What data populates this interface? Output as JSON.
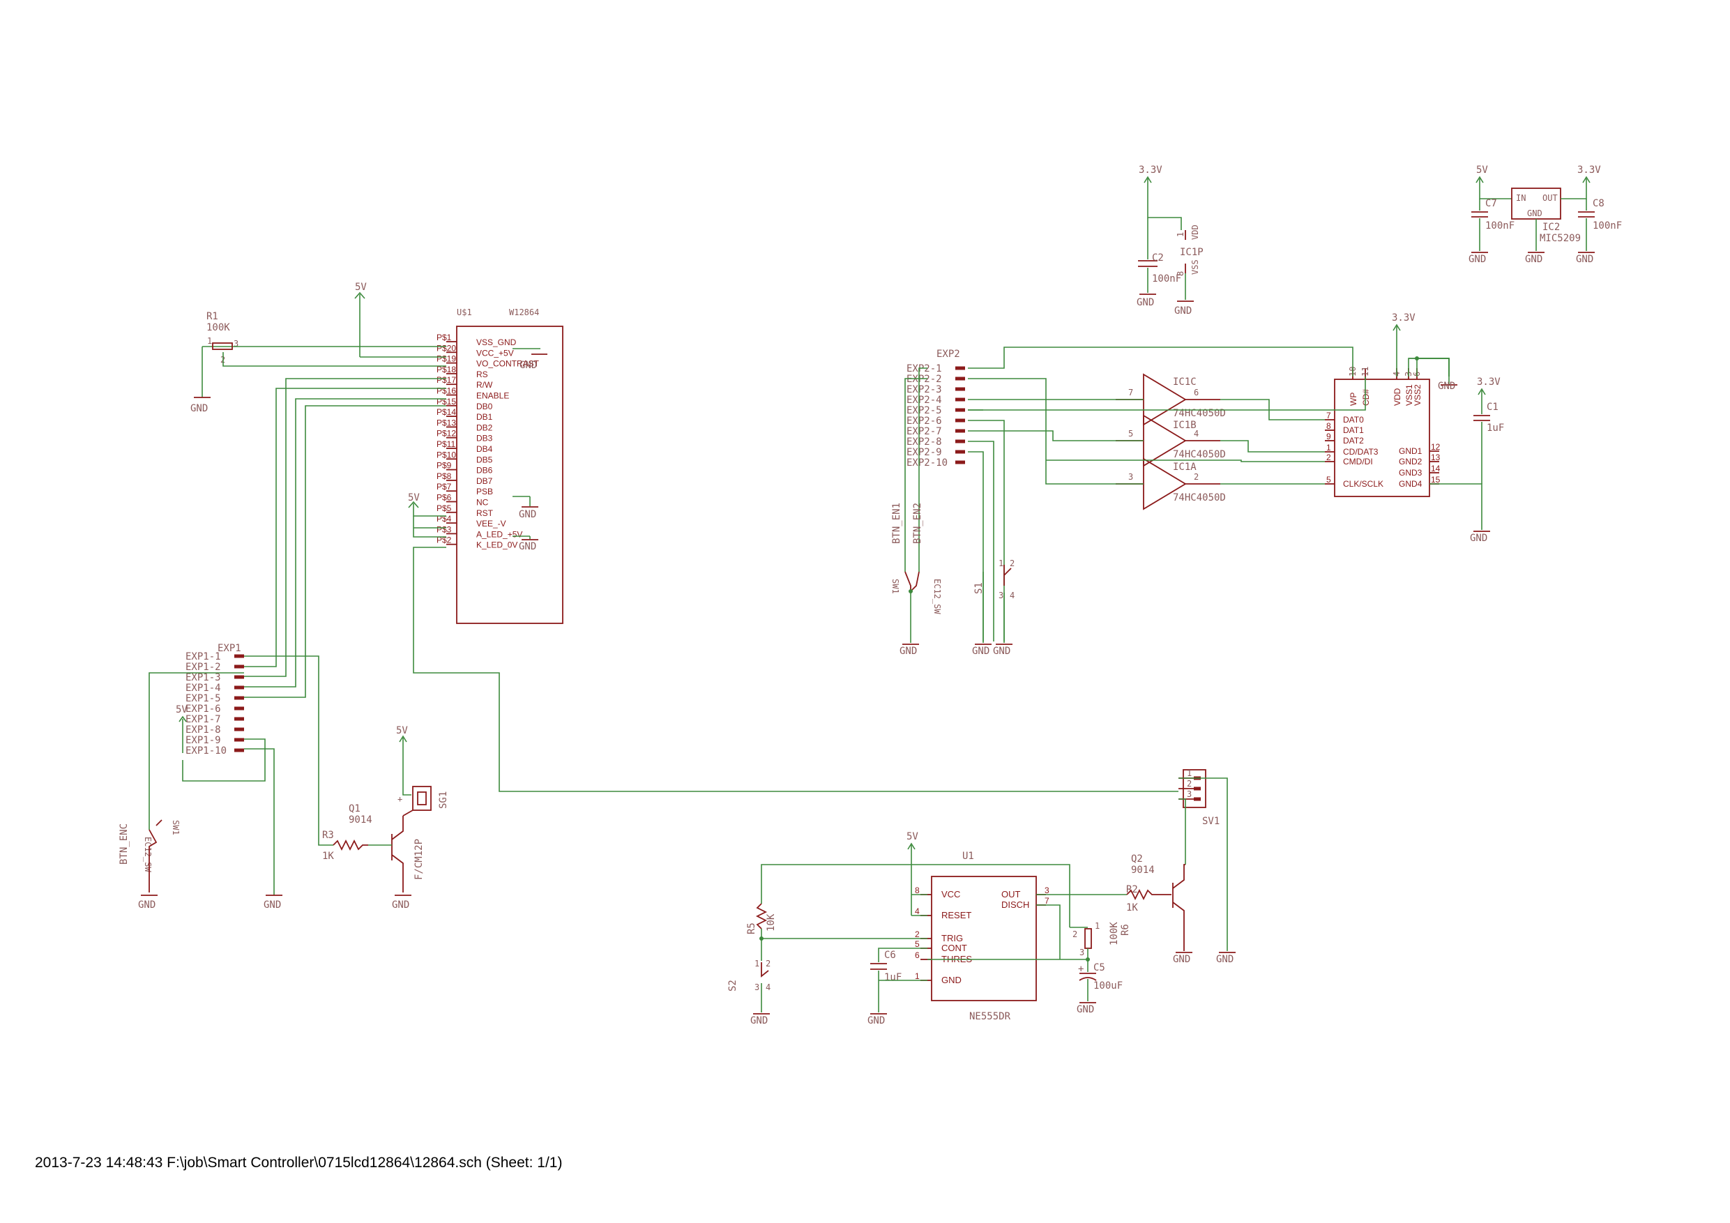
{
  "power": {
    "v5": "5V",
    "v33": "3.3V",
    "gnd": "GND"
  },
  "lcd": {
    "ref": "U$1",
    "part": "W12864",
    "pins": [
      "P$1",
      "P$20",
      "P$19",
      "P$18",
      "P$17",
      "P$16",
      "P$15",
      "P$14",
      "P$13",
      "P$12",
      "P$11",
      "P$10",
      "P$9",
      "P$8",
      "P$7",
      "P$6",
      "P$5",
      "P$4",
      "P$3",
      "P$2"
    ],
    "signals": [
      "VSS_GND",
      "VCC_+5V",
      "VO_CONTRAST",
      "RS",
      "R/W",
      "ENABLE",
      "DB0",
      "DB1",
      "DB2",
      "DB3",
      "DB4",
      "DB5",
      "DB6",
      "DB7",
      "PSB",
      "NC",
      "RST",
      "VEE_-V",
      "A_LED_+5V",
      "K_LED_0V"
    ]
  },
  "r1": {
    "ref": "R1",
    "value": "100K",
    "pin1": "1",
    "pin3": "3",
    "pin2": "2"
  },
  "exp1": {
    "ref": "EXP1",
    "pins": [
      "EXP1-1",
      "EXP1-2",
      "EXP1-3",
      "EXP1-4",
      "EXP1-5",
      "EXP1-6",
      "EXP1-7",
      "EXP1-8",
      "EXP1-9",
      "EXP1-10"
    ]
  },
  "exp2": {
    "ref": "EXP2",
    "pins": [
      "EXP2-1",
      "EXP2-2",
      "EXP2-3",
      "EXP2-4",
      "EXP2-5",
      "EXP2-6",
      "EXP2-7",
      "EXP2-8",
      "EXP2-9",
      "EXP2-10"
    ]
  },
  "enc1": {
    "net": "BTN_ENC",
    "ref": "SW1",
    "part": "EC12_SW"
  },
  "q1": {
    "ref": "Q1",
    "part": "9014"
  },
  "r3": {
    "ref": "R3",
    "value": "1K"
  },
  "sg1": {
    "ref": "SG1",
    "part": "F/CM12P"
  },
  "c2": {
    "ref": "C2",
    "value": "100nF"
  },
  "ic1p": {
    "ref": "IC1P",
    "pin_vdd": "VDD",
    "pin_vss": "VSS",
    "n1": "1",
    "n8": "8"
  },
  "reg": {
    "c7_ref": "C7",
    "c7_val": "100nF",
    "ic_ref": "IC2",
    "ic_part": "MIC5209",
    "c8_ref": "C8",
    "c8_val": "100nF",
    "in": "IN",
    "out": "OUT",
    "gnd": "GND"
  },
  "buffers": [
    {
      "ref": "IC1C",
      "part": "74HC4050D",
      "in": "7",
      "out": "6"
    },
    {
      "ref": "IC1B",
      "part": "74HC4050D",
      "in": "5",
      "out": "4"
    },
    {
      "ref": "IC1A",
      "part": "74HC4050D",
      "in": "3",
      "out": "2"
    }
  ],
  "sd": {
    "top_pins": [
      "WP",
      "CD#",
      "VDD",
      "VSS1",
      "VSS2"
    ],
    "top_nums": [
      "10",
      "11",
      "4",
      "3",
      "6"
    ],
    "left_nums": [
      "7",
      "8",
      "9",
      "1",
      "2",
      "5"
    ],
    "left_labels": [
      "DAT0",
      "DAT1",
      "DAT2",
      "CD/DAT3",
      "CMD/DI",
      "CLK/SCLK"
    ],
    "right_nums": [
      "12",
      "13",
      "14",
      "15"
    ],
    "right_labels": [
      "GND1",
      "GND2",
      "GND3",
      "GND4"
    ]
  },
  "c1": {
    "ref": "C1",
    "value": "1uF"
  },
  "enc2": {
    "net1": "BTN_EN1",
    "net2": "BTN_EN2",
    "ref": "SW1",
    "part": "EC12_SW"
  },
  "s1": {
    "ref": "S1",
    "n1": "1",
    "n2": "2",
    "n3": "3",
    "n4": "4"
  },
  "sv1": {
    "ref": "SV1",
    "pins": [
      "1",
      "2",
      "3"
    ]
  },
  "u1": {
    "ref": "U1",
    "part": "NE555DR",
    "left_nums": [
      "8",
      "4",
      "2",
      "5",
      "6",
      "1"
    ],
    "left_labels": [
      "VCC",
      "RESET",
      "TRIG",
      "CONT",
      "THRES",
      "GND"
    ],
    "right_nums": [
      "3",
      "7"
    ],
    "right_labels": [
      "OUT",
      "DISCH"
    ]
  },
  "r5": {
    "ref": "R5",
    "value": "10K"
  },
  "s2": {
    "ref": "S2",
    "n1": "1",
    "n2": "2",
    "n3": "3",
    "n4": "4"
  },
  "c6": {
    "ref": "C6",
    "value": "1uF"
  },
  "r6": {
    "ref": "R6",
    "value": "100K",
    "n2": "2",
    "n3": "3",
    "n1": "1"
  },
  "c5": {
    "ref": "C5",
    "value": "100uF",
    "plus": "+"
  },
  "r2": {
    "ref": "R2",
    "value": "1K"
  },
  "q2": {
    "ref": "Q2",
    "part": "9014"
  },
  "footer": {
    "text": "2013-7-23 14:48:43  F:\\job\\Smart Controller\\0715lcd12864\\12864.sch (Sheet: 1/1)"
  }
}
